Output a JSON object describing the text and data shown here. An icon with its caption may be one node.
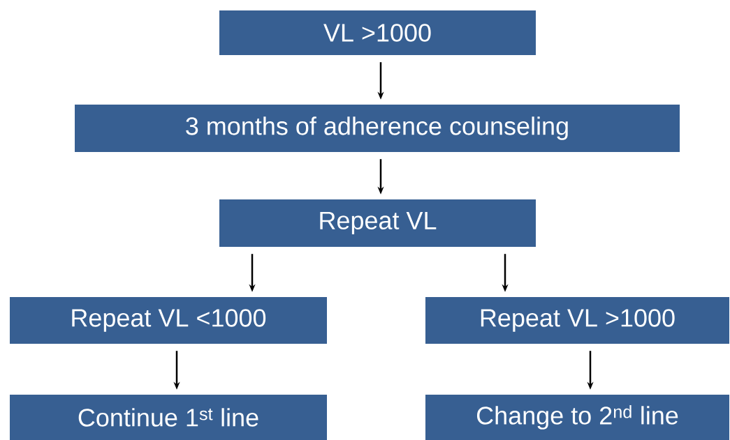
{
  "diagram": {
    "nodes": [
      {
        "text": [
          "VL >1000"
        ]
      },
      {
        "text": [
          "3 months of adherence counseling"
        ]
      },
      {
        "text": [
          "Repeat VL"
        ]
      },
      {
        "text": [
          "Repeat VL <1000"
        ]
      },
      {
        "text": [
          "Repeat VL >1000"
        ]
      },
      {
        "text": [
          "Continue 1$^{st}$ line"
        ]
      },
      {
        "text": [
          "Change to 2$^{nd}$ line"
        ]
      }
    ],
    "edges": [
      {
        "from": 0,
        "to": 1,
        "arrow": "to"
      },
      {
        "from": 1,
        "to": 2,
        "arrow": "to"
      },
      {
        "from": 2,
        "to": 3,
        "arrow": "to"
      },
      {
        "from": 2,
        "to": 4,
        "arrow": "to"
      },
      {
        "from": 3,
        "to": 5,
        "arrow": "to"
      },
      {
        "from": 4,
        "to": 6,
        "arrow": "to"
      }
    ]
  }
}
